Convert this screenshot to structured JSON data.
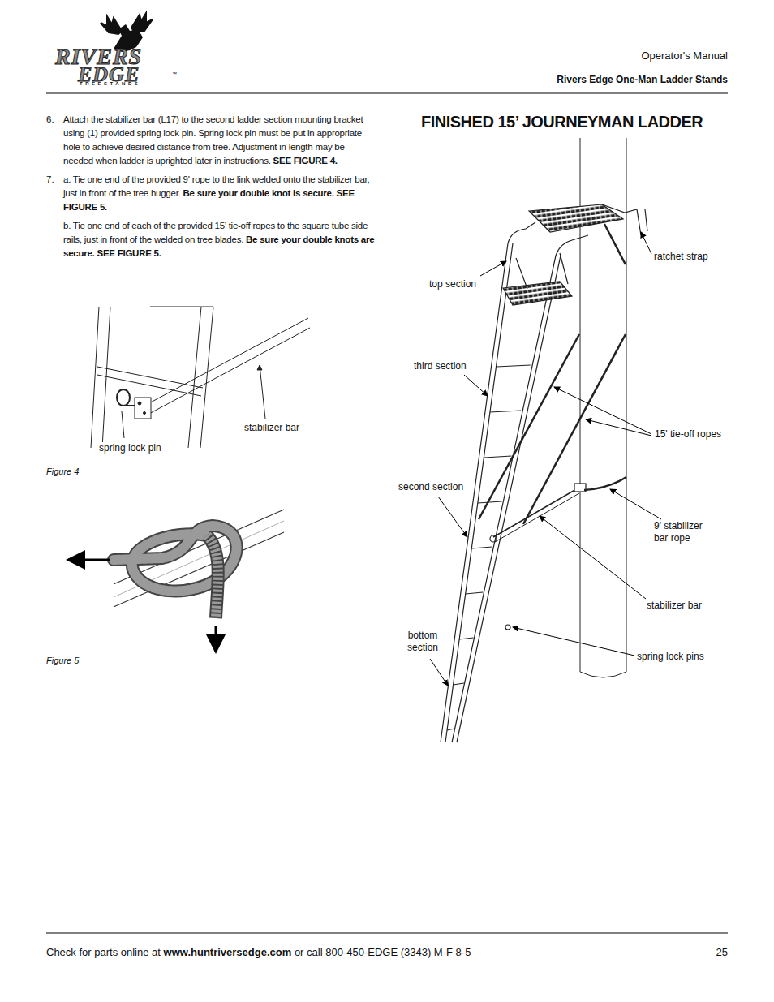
{
  "diagram": {
    "title": "FINISHED 15’ JOURNEYMAN LADDER",
    "labels": [
      "RIVERS",
      "EDGE",
      "TREESTANDS",
      "™",
      "Operator's Manual",
      "Rivers Edge One-Man Ladder Stands",
      "6.",
      "Attach the stabilizer bar (L17) to the second ladder section mounting bracket using (1) provided spring lock pin. Spring lock pin must be put in appropriate hole to achieve desired distance from tree. Adjustment in length may be needed when ladder is uprighted later in instructions.",
      "SEE FIGURE 4.",
      "7.",
      "a. Tie one end of the provided 9' rope to the link welded onto the stabilizer bar, just in front of the tree hugger.",
      "Be sure your double knot is secure. SEE FIGURE 5.",
      "b. Tie one end of each of the provided 15’ tie-off ropes to the square tube side rails, just in front of the welded on tree blades.",
      "Be sure your double knots are secure. SEE FIGURE 5.",
      "spring lock pin",
      "stabilizer bar",
      "Figure 4",
      "Figure 5",
      "top section",
      "third section",
      "second section",
      "bottom section",
      "ratchet strap",
      "15' tie-off ropes",
      "9' stabilizer bar rope",
      "stabilizer bar",
      "spring lock pins",
      "Check for parts online at",
      "www.huntriversedge.com",
      "or call 800-450-EDGE (3343) M-F 8-5",
      "25"
    ]
  }
}
